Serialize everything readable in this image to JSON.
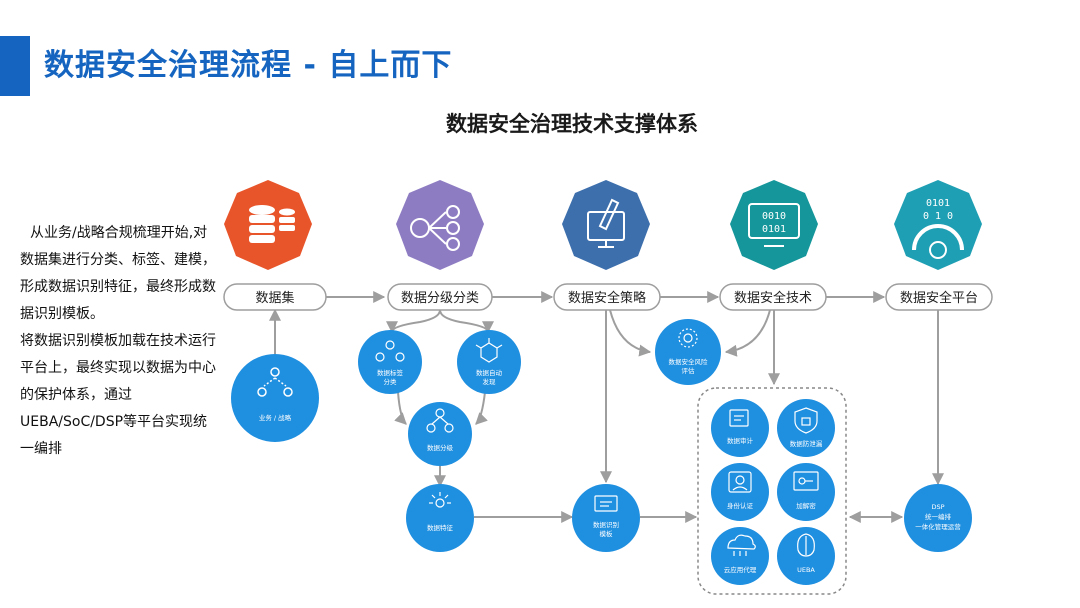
{
  "page_title": "数据安全治理流程 - 自上而下",
  "subtitle": "数据安全治理技术支撑体系",
  "description": {
    "para1": "从业务/战略合规梳理开始,对数据集进行分类、标签、建模，形成数据识别特征，最终形成数据识别模板。",
    "para2": "将数据识别模板加载在技术运行平台上，最终实现以数据为中心的保护体系，通过UEBA/SoC/DSP等平台实现统一编排"
  },
  "stages": [
    {
      "label": "数据集",
      "icon": "database-icon",
      "color": "#e8552a"
    },
    {
      "label": "数据分级分类",
      "icon": "classification-icon",
      "color": "#8e7cc3"
    },
    {
      "label": "数据安全策略",
      "icon": "policy-edit-icon",
      "color": "#3d6fad"
    },
    {
      "label": "数据安全技术",
      "icon": "binary-monitor-icon",
      "color": "#14969a"
    },
    {
      "label": "数据安全平台",
      "icon": "binary-gear-icon",
      "color": "#1f9fb3"
    }
  ],
  "nodes": {
    "business": "业务 / 战略",
    "tag_class": [
      "数据标签",
      "分类"
    ],
    "auto_discover": [
      "数据自动",
      "发现"
    ],
    "grading": "数据分级",
    "features": "数据特征",
    "id_template": [
      "数据识别",
      "模板"
    ],
    "risk_assess": [
      "数据安全风险",
      "评估"
    ],
    "dsp": [
      "DSP",
      "统一编排",
      "一体化管理运营"
    ]
  },
  "tech_tools": [
    "数据审计",
    "数据防泄漏",
    "身份认证",
    "加解密",
    "云应用代理",
    "UEBA"
  ],
  "colors": {
    "title_blue": "#1565c0",
    "circle_blue": "#1f8fe0",
    "line_gray": "#9e9e9e"
  }
}
